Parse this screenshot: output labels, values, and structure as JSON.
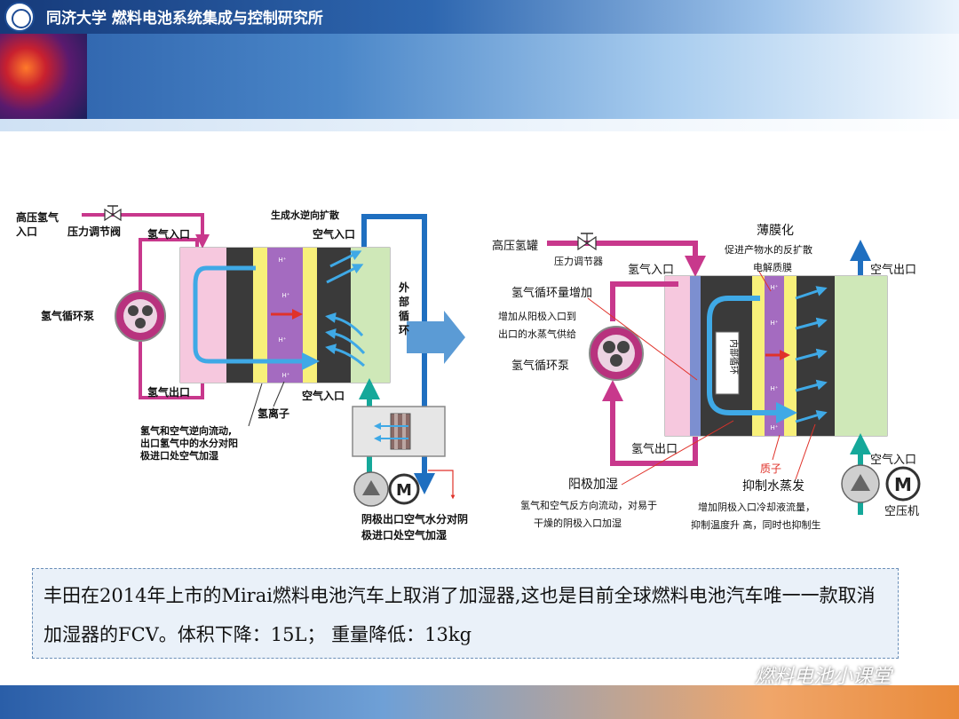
{
  "header": {
    "title": "同济大学 燃料电池系统集成与控制研究所"
  },
  "left_diagram": {
    "labels": {
      "h2_tank_inlet": [
        "高压氢气",
        "入口"
      ],
      "pressure_valve": "压力调节阀",
      "h2_inlet": "氢气入口",
      "water_diffusion": "生成水逆向扩散",
      "air_inlet_top": "空气入口",
      "h2_pump": "氢气循环泵",
      "external_loop": [
        "外",
        "部",
        "循",
        "环"
      ],
      "h2_outlet": "氢气出口",
      "air_inlet_bottom": "空气入口",
      "hydrogen_ion": "氢离子",
      "counterflow_note": [
        "氢气和空气逆向流动,",
        "出口氢气中的水分对阳",
        "极进口处空气加湿"
      ],
      "cathode_note": [
        "阴极出口空气水分对阴",
        "极进口处空气加湿"
      ],
      "proton_mark": "H⁺",
      "motor": "M"
    }
  },
  "right_diagram": {
    "labels": {
      "h2_tank": "高压氢罐",
      "pressure_valve": "压力调节器",
      "thin_membrane": "薄膜化",
      "membrane_note": "促进产物水的反扩散",
      "electrolyte_membrane": "电解质膜",
      "h2_inlet": "氢气入口",
      "air_outlet": "空气出口",
      "h2_recirc_increase": "氢气循环量增加",
      "vapor_note": [
        "增加从阳极入口到",
        "出口的水蒸气供给"
      ],
      "h2_pump": "氢气循环泵",
      "internal_loop": "内部循环",
      "h2_outlet": "氢气出口",
      "air_inlet": "空气入口",
      "proton": "质子",
      "anode_humid": "阳极加湿",
      "suppress_vapor": "抑制水蒸发",
      "compressor": "空压机",
      "counterflow_note": [
        "氢气和空气反方向流动，对易于",
        "干燥的阴极入口加湿"
      ],
      "coolant_note": [
        "增加阴极入口冷却液流量，",
        "抑制温度升 高，同时也抑制生"
      ],
      "proton_mark": "H⁺",
      "motor": "M"
    }
  },
  "caption": {
    "text": "丰田在2014年上市的Mirai燃料电池汽车上取消了加湿器,这也是目前全球燃料电池汽车唯一一款取消加湿器的FCV。体积下降：15L； 重量降低：13kg"
  },
  "watermark": {
    "text": "燃料电池小课堂"
  },
  "colors": {
    "h2_line": "#c8388c",
    "air_line": "#1f6fc0",
    "teal_line": "#15a89a",
    "membrane": "#a46bc0",
    "electrode": "#3a3a3a",
    "catalyst": "#f8f07a",
    "anode_plate": "#f6c8de",
    "cathode_plate": "#cfe8b8",
    "arrow": "#e0322a"
  }
}
